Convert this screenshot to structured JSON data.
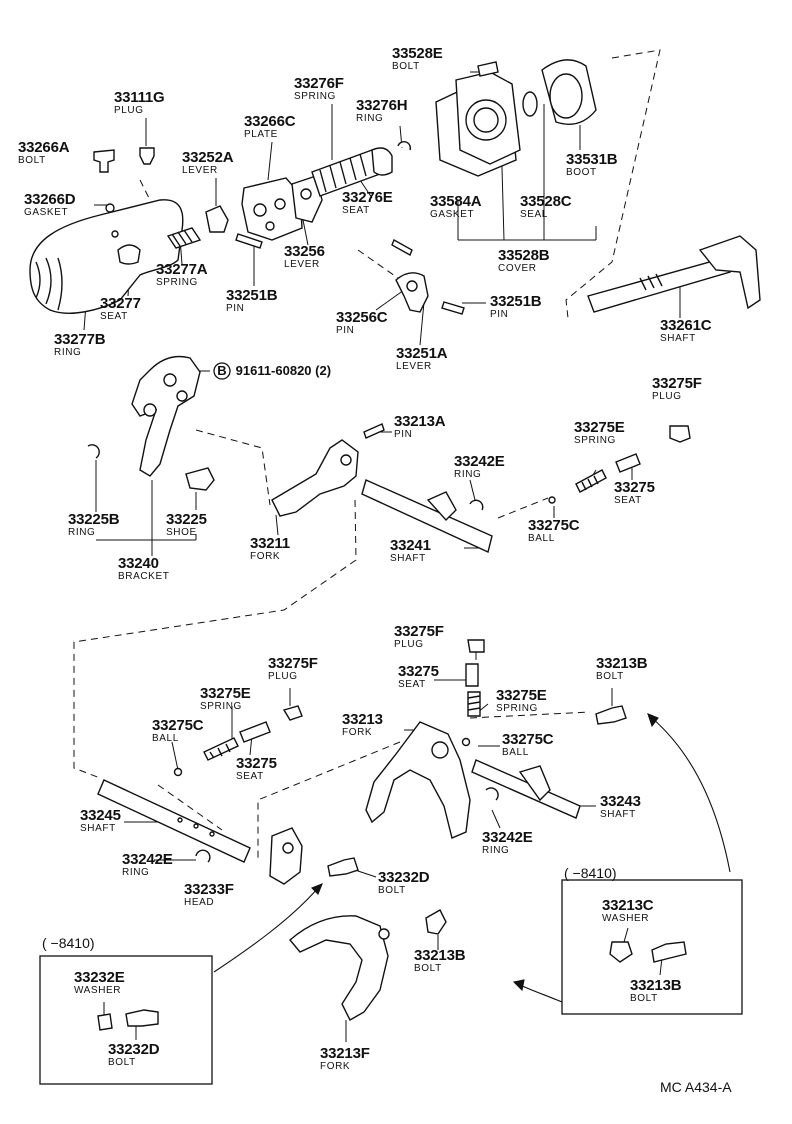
{
  "labels": [
    {
      "id": "33528E",
      "num": "33528E",
      "name": "BOLT"
    },
    {
      "id": "33111G",
      "num": "33111G",
      "name": "PLUG"
    },
    {
      "id": "33276F",
      "num": "33276F",
      "name": "SPRING"
    },
    {
      "id": "33276H",
      "num": "33276H",
      "name": "RING"
    },
    {
      "id": "33266C",
      "num": "33266C",
      "name": "PLATE"
    },
    {
      "id": "33266A",
      "num": "33266A",
      "name": "BOLT"
    },
    {
      "id": "33252A",
      "num": "33252A",
      "name": "LEVER"
    },
    {
      "id": "33531B",
      "num": "33531B",
      "name": "BOOT"
    },
    {
      "id": "33266D",
      "num": "33266D",
      "name": "GASKET"
    },
    {
      "id": "33276E",
      "num": "33276E",
      "name": "SEAT"
    },
    {
      "id": "33584A",
      "num": "33584A",
      "name": "GASKET"
    },
    {
      "id": "33528C",
      "num": "33528C",
      "name": "SEAL"
    },
    {
      "id": "33256",
      "num": "33256",
      "name": "LEVER"
    },
    {
      "id": "33528B",
      "num": "33528B",
      "name": "COVER"
    },
    {
      "id": "33277A",
      "num": "33277A",
      "name": "SPRING"
    },
    {
      "id": "33251B_a",
      "num": "33251B",
      "name": "PIN"
    },
    {
      "id": "33277",
      "num": "33277",
      "name": "SEAT"
    },
    {
      "id": "33256C",
      "num": "33256C",
      "name": "PIN"
    },
    {
      "id": "33251B_b",
      "num": "33251B",
      "name": "PIN"
    },
    {
      "id": "33261C",
      "num": "33261C",
      "name": "SHAFT"
    },
    {
      "id": "33277B",
      "num": "33277B",
      "name": "RING"
    },
    {
      "id": "33251A",
      "num": "33251A",
      "name": "LEVER"
    },
    {
      "id": "33275F_a",
      "num": "33275F",
      "name": "PLUG"
    },
    {
      "id": "33213A",
      "num": "33213A",
      "name": "PIN"
    },
    {
      "id": "33275E_a",
      "num": "33275E",
      "name": "SPRING"
    },
    {
      "id": "33242E_a",
      "num": "33242E",
      "name": "RING"
    },
    {
      "id": "33275_a",
      "num": "33275",
      "name": "SEAT"
    },
    {
      "id": "33225B",
      "num": "33225B",
      "name": "RING"
    },
    {
      "id": "33225",
      "num": "33225",
      "name": "SHOE"
    },
    {
      "id": "33275C_a",
      "num": "33275C",
      "name": "BALL"
    },
    {
      "id": "33211",
      "num": "33211",
      "name": "FORK"
    },
    {
      "id": "33241",
      "num": "33241",
      "name": "SHAFT"
    },
    {
      "id": "33240",
      "num": "33240",
      "name": "BRACKET"
    },
    {
      "id": "33275F_b",
      "num": "33275F",
      "name": "PLUG"
    },
    {
      "id": "33213B_a",
      "num": "33213B",
      "name": "BOLT"
    },
    {
      "id": "33275_b",
      "num": "33275",
      "name": "SEAT"
    },
    {
      "id": "33275F_c",
      "num": "33275F",
      "name": "PLUG"
    },
    {
      "id": "33275E_b",
      "num": "33275E",
      "name": "SPRING"
    },
    {
      "id": "33213",
      "num": "33213",
      "name": "FORK"
    },
    {
      "id": "33275E_c",
      "num": "33275E",
      "name": "SPRING"
    },
    {
      "id": "33275C_b",
      "num": "33275C",
      "name": "BALL"
    },
    {
      "id": "33275C_c",
      "num": "33275C",
      "name": "BALL"
    },
    {
      "id": "33275_c",
      "num": "33275",
      "name": "SEAT"
    },
    {
      "id": "33245",
      "num": "33245",
      "name": "SHAFT"
    },
    {
      "id": "33243",
      "num": "33243",
      "name": "SHAFT"
    },
    {
      "id": "33242E_b",
      "num": "33242E",
      "name": "RING"
    },
    {
      "id": "33242E_c",
      "num": "33242E",
      "name": "RING"
    },
    {
      "id": "33232D_a",
      "num": "33232D",
      "name": "BOLT"
    },
    {
      "id": "33233F",
      "num": "33233F",
      "name": "HEAD"
    },
    {
      "id": "33213C",
      "num": "33213C",
      "name": "WASHER"
    },
    {
      "id": "33213B_b",
      "num": "33213B",
      "name": "BOLT"
    },
    {
      "id": "33213B_c",
      "num": "33213B",
      "name": "BOLT"
    },
    {
      "id": "33232E",
      "num": "33232E",
      "name": "WASHER"
    },
    {
      "id": "33232D_b",
      "num": "33232D",
      "name": "BOLT"
    },
    {
      "id": "33213F",
      "num": "33213F",
      "name": "FORK"
    }
  ],
  "bolt_callout": {
    "circle_letter": "B",
    "part": "91611-60820",
    "qty": "(2)"
  },
  "insets": [
    {
      "id": "left",
      "range": "(    −8410)"
    },
    {
      "id": "right",
      "range": "(    −8410)"
    }
  ],
  "footer": {
    "code": "MC A434-A"
  }
}
